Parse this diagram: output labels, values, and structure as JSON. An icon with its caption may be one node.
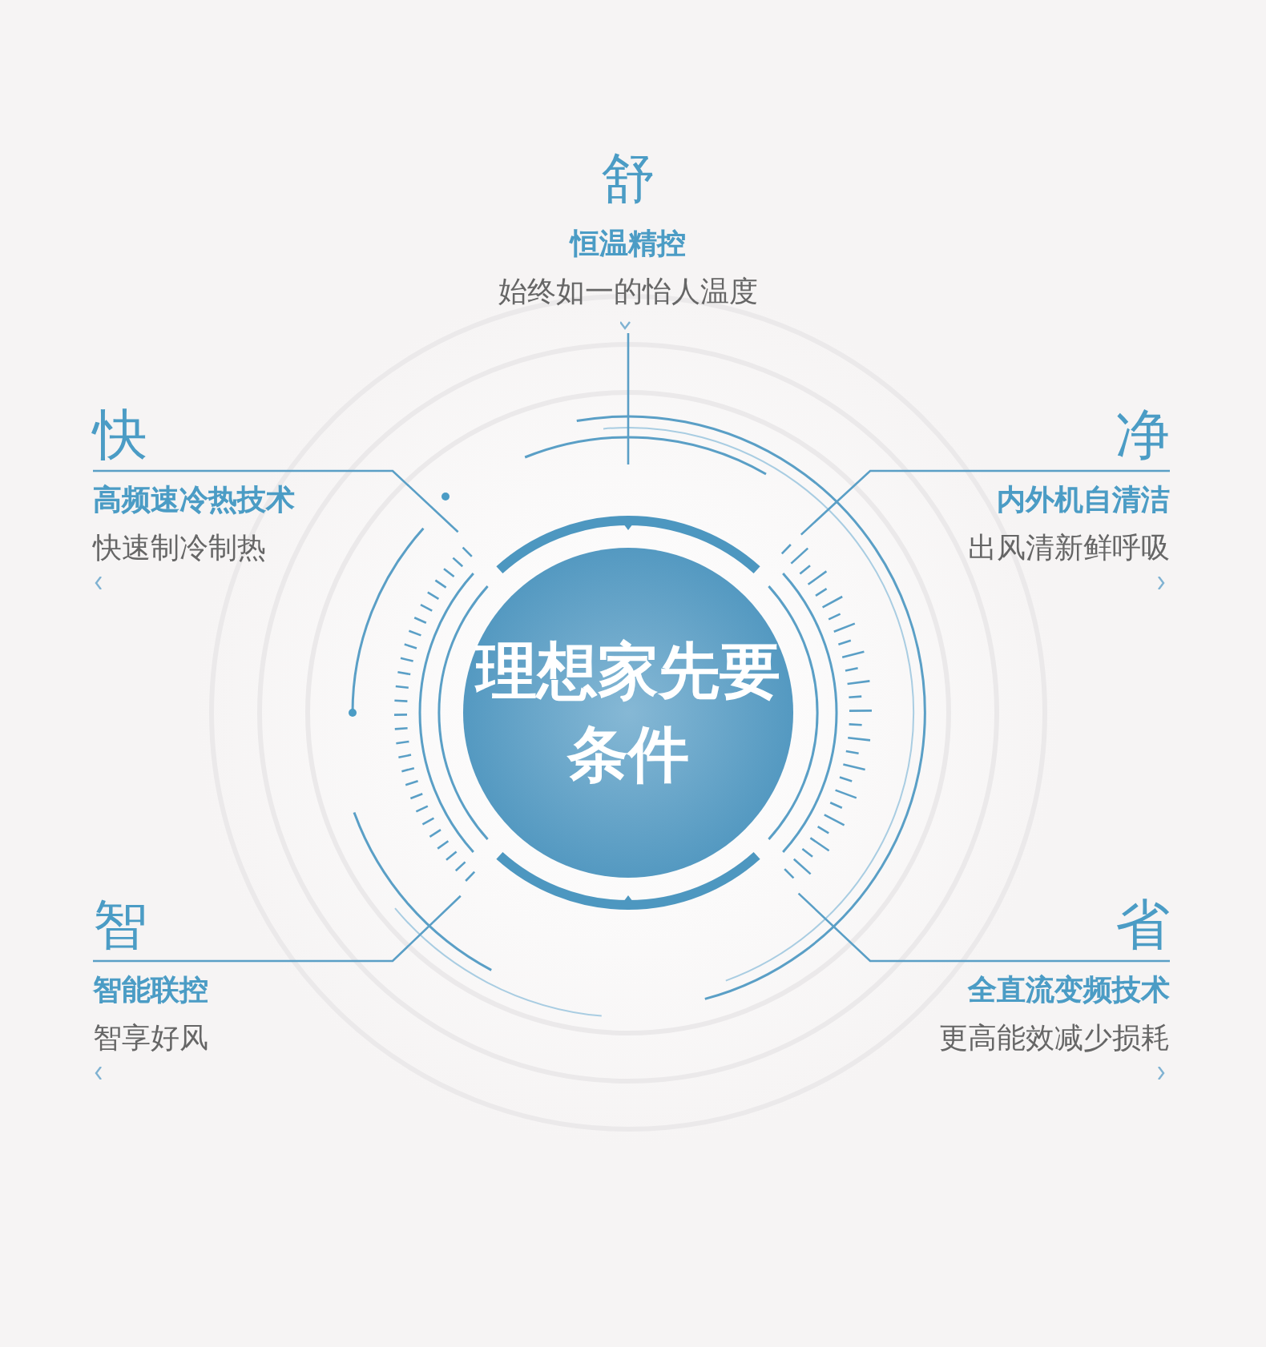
{
  "diagram": {
    "nodes": [
      {
        "text": [
          "理想家先要条件"
        ]
      },
      {
        "text": [
          "舒",
          "恒温精控",
          "始终如一的怡人温度"
        ]
      },
      {
        "text": [
          "快",
          "高频速冷热技术",
          "快速制冷制热"
        ]
      },
      {
        "text": [
          "净",
          "内外机自清洁",
          "出风清新鲜呼吸"
        ]
      },
      {
        "text": [
          "智",
          "智能联控",
          "智享好风"
        ]
      },
      {
        "text": [
          "省",
          "全直流变频技术",
          "更高能效减少损耗"
        ]
      }
    ],
    "edges": [
      {
        "from": 1,
        "to": 0,
        "arrow": "none"
      },
      {
        "from": 2,
        "to": 0,
        "arrow": "none"
      },
      {
        "from": 3,
        "to": 0,
        "arrow": "none"
      },
      {
        "from": 4,
        "to": 0,
        "arrow": "none"
      },
      {
        "from": 5,
        "to": 0,
        "arrow": "none"
      }
    ]
  }
}
